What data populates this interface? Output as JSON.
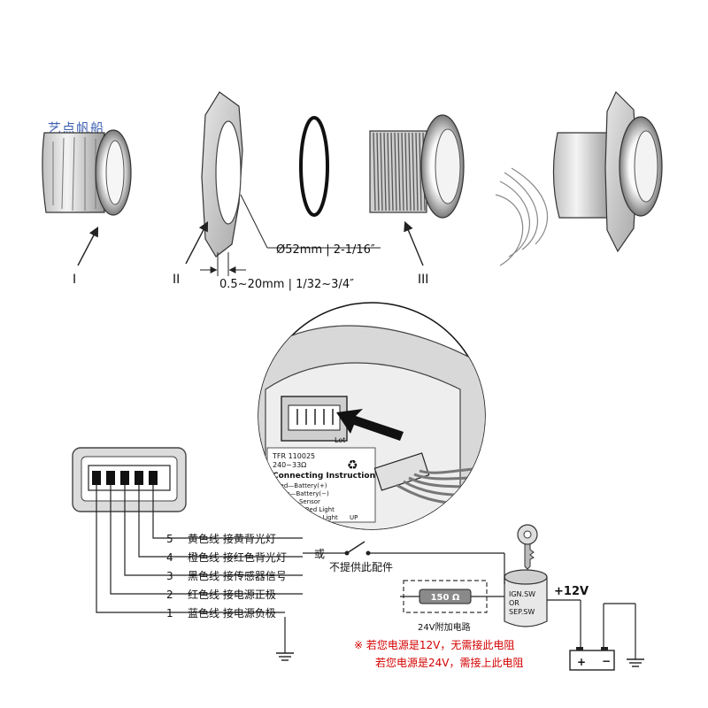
{
  "watermark": "艺点帆船",
  "parts": {
    "labels": [
      "I",
      "II",
      "III"
    ],
    "dimension_hole": "Ø52mm | 2-1/16″",
    "dimension_panel": "0.5~20mm | 1/32~3/4″"
  },
  "connector_label": {
    "part_no": "TFR 110025",
    "range": "240~33Ω",
    "title": "Connecting Instruction",
    "lines": [
      "Red—Battery(+)",
      "Blue—Battery(−)",
      "Black—Sensor",
      "Orange—Red Light",
      "Yellow—Yellow Light",
      "UP"
    ],
    "side_tag": "Lot"
  },
  "wires": [
    {
      "num": "5",
      "text": "黄色线  接黄背光灯"
    },
    {
      "num": "4",
      "text": "橙色线  接红色背光灯"
    },
    {
      "num": "3",
      "text": "黑色线  接传感器信号"
    },
    {
      "num": "2",
      "text": "红色线  接电源正极"
    },
    {
      "num": "1",
      "text": "蓝色线  接电源负极"
    }
  ],
  "switch": {
    "or_text": "或",
    "not_supplied": "不提供此配件"
  },
  "resistor": {
    "value": "150 Ω",
    "caption": "24V附加电路"
  },
  "ignition": {
    "line1": "IGN.SW",
    "line2": "OR",
    "line3": "SEP.SW"
  },
  "supply": {
    "voltage": "+12V"
  },
  "notes": {
    "line1": "※  若您电源是12V，无需接此电阻",
    "line2": "若您电源是24V，需接上此电阻"
  },
  "colors": {
    "line": "#222222",
    "note": "#d40000",
    "watermark": "#2a4fa8"
  }
}
